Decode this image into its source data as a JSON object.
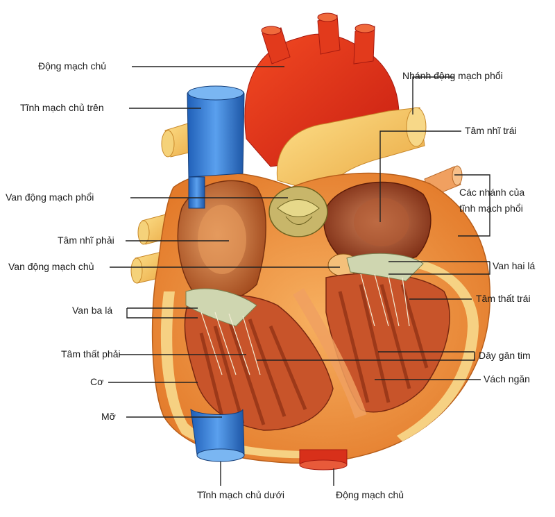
{
  "labels": {
    "aorta_top": "Động mạch chủ",
    "superior_vena_cava": "Tĩnh mạch chủ trên",
    "pulmonary_artery_branch": "Nhánh động mạch phổi",
    "left_atrium": "Tâm nhĩ trái",
    "pulmonary_valve": "Van động mạch phổi",
    "pulmonary_veins_line1": "Các nhánh của",
    "pulmonary_veins_line2": "tĩnh mạch phổi",
    "right_atrium": "Tâm nhĩ phải",
    "aortic_valve": "Van động mạch chủ",
    "mitral_valve": "Van hai lá",
    "tricuspid_valve": "Van ba lá",
    "left_ventricle": "Tâm thất trái",
    "right_ventricle": "Tâm thất phải",
    "chordae_tendineae": "Dây gân tim",
    "muscle": "Cơ",
    "septum": "Vách ngăn",
    "fat": "Mỡ",
    "inferior_vena_cava": "Tĩnh mạch chủ dưới",
    "aorta_bottom": "Động mạch chủ"
  }
}
